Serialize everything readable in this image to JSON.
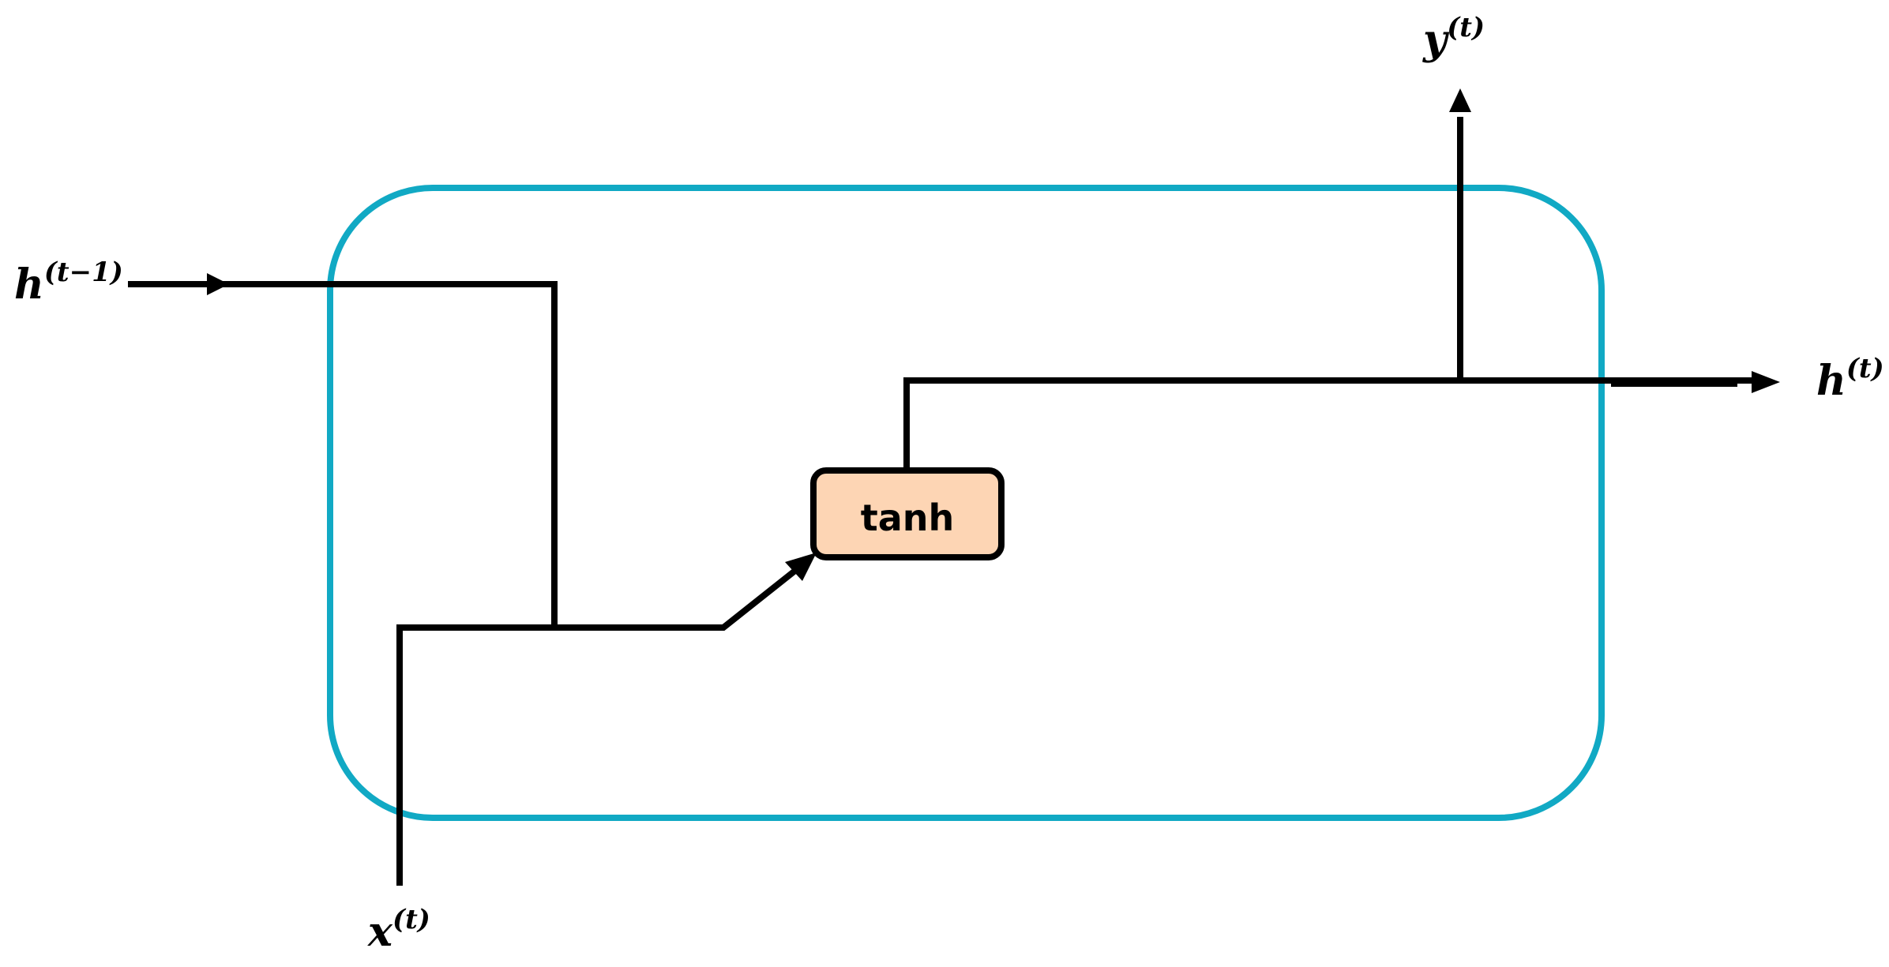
{
  "colors": {
    "cell_border": "#11a9c4",
    "gate_fill": "#fdd5b4",
    "line": "#000000",
    "background": "#ffffff"
  },
  "labels": {
    "h_prev": {
      "base": "h",
      "sup": "(t−1)"
    },
    "h_out": {
      "base": "h",
      "sup": "(t)"
    },
    "y_out": {
      "base": "y",
      "sup": "(t)"
    },
    "x_in": {
      "base": "x",
      "sup": "(t)"
    }
  },
  "gate": {
    "label": "tanh"
  }
}
